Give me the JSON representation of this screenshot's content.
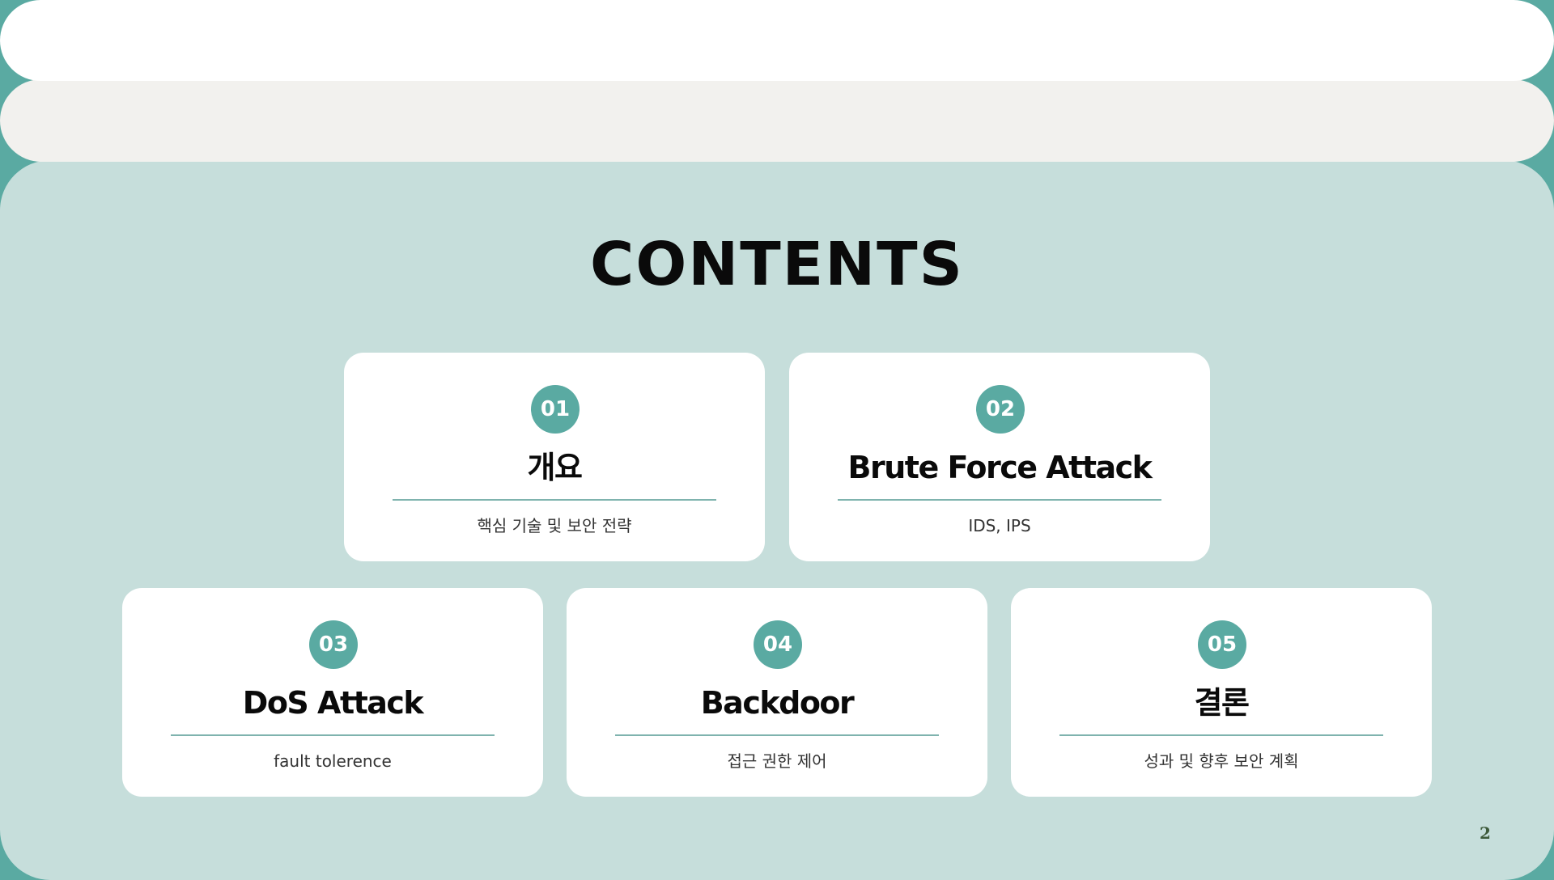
{
  "title": "CONTENTS",
  "cards": [
    {
      "number": "01",
      "title": "개요",
      "subtitle": "핵심 기술 및 보안 전략"
    },
    {
      "number": "02",
      "title": "Brute Force Attack",
      "subtitle": "IDS, IPS"
    },
    {
      "number": "03",
      "title": "DoS Attack",
      "subtitle": "fault tolerence"
    },
    {
      "number": "04",
      "title": "Backdoor",
      "subtitle": "접근 권한 제어"
    },
    {
      "number": "05",
      "title": "결론",
      "subtitle": "성과 및 향후 보안 계획"
    }
  ],
  "page_number": "2",
  "colors": {
    "accent": "#5aaaa2",
    "panel": "#c6dedb",
    "header_top": "#ffffff",
    "header_mid": "#f2f1ee"
  }
}
